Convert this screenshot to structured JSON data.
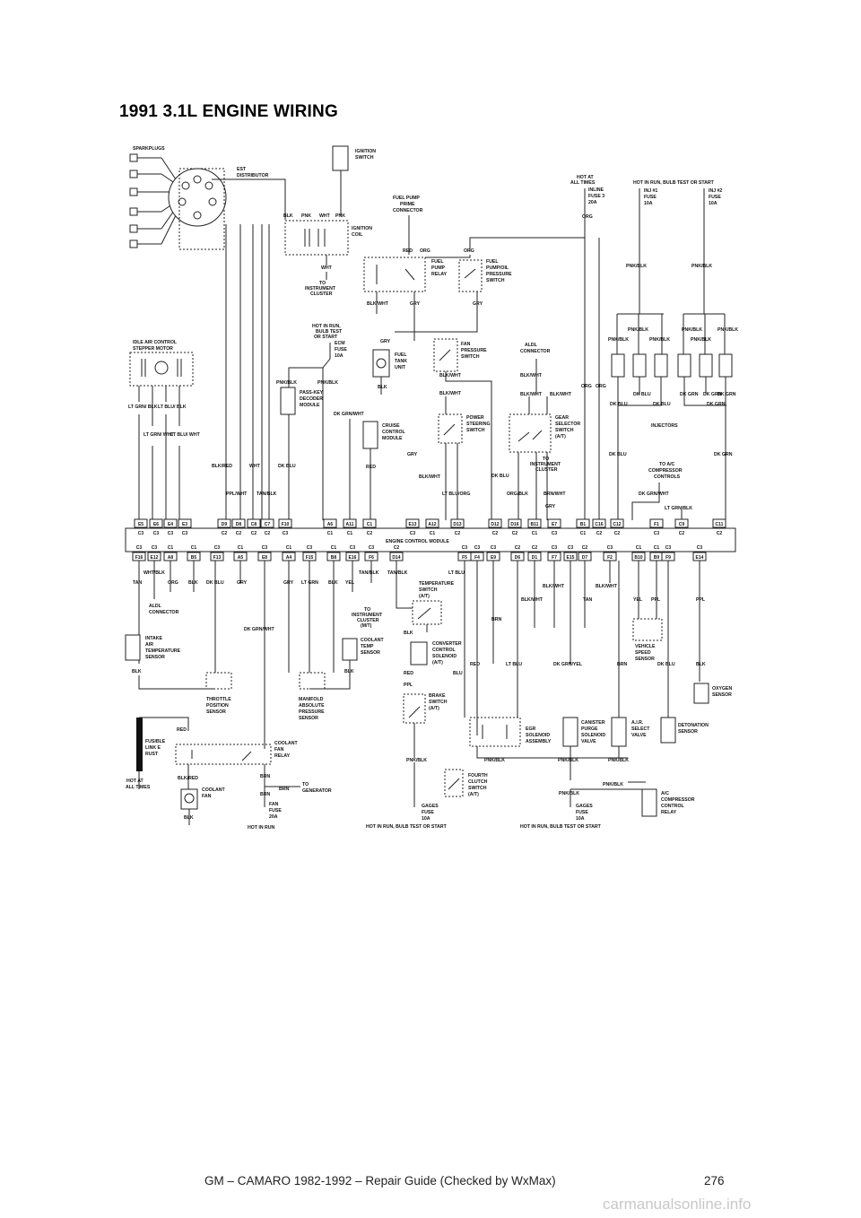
{
  "title": "1991 3.1L ENGINE WIRING",
  "footer": {
    "text": "GM – CAMARO 1982-1992 – Repair Guide (Checked by WxMax)",
    "page": "276"
  },
  "watermark": "carmanualsonline.info",
  "components": {
    "sparkplugs": "SPARKPLUGS",
    "est_dist_1": "EST",
    "est_dist_2": "DISTRIBUTOR",
    "ign_switch_1": "IGNITION",
    "ign_switch_2": "SWITCH",
    "ign_coil_1": "IGNITION",
    "ign_coil_2": "COIL",
    "fuel_pump_prime_1": "FUEL PUMP",
    "fuel_pump_prime_2": "PRIME",
    "fuel_pump_prime_3": "CONNECTOR",
    "fuel_pump_relay_1": "FUEL",
    "fuel_pump_relay_2": "PUMP",
    "fuel_pump_relay_3": "RELAY",
    "fuel_pump_oil_1": "FUEL",
    "fuel_pump_oil_2": "PUMP/OIL",
    "fuel_pump_oil_3": "PRESSURE",
    "fuel_pump_oil_4": "SWITCH",
    "to_inst_cluster_1": "TO",
    "to_inst_cluster_2": "INSTRUMENT",
    "to_inst_cluster_3": "CLUSTER",
    "hot_run_1": "HOT IN RUN,",
    "hot_run_2": "BULB TEST",
    "hot_run_3": "OR START",
    "ecm_fuse_1": "ECM",
    "ecm_fuse_2": "FUSE",
    "ecm_fuse_3": "10A",
    "hot_all_1": "HOT AT",
    "hot_all_2": "ALL TIMES",
    "inline_fuse_1": "INLINE",
    "inline_fuse_2": "FUSE 3",
    "inline_fuse_3": "20A",
    "hot_run_bulb": "HOT IN RUN, BULB TEST OR START",
    "inj1_1": "INJ #1",
    "inj1_2": "FUSE",
    "inj1_3": "10A",
    "inj2_1": "INJ #2",
    "inj2_2": "FUSE",
    "inj2_3": "10A",
    "iac_1": "IDLE AIR CONTROL",
    "iac_2": "STEPPER MOTOR",
    "fuel_tank_1": "FUEL",
    "fuel_tank_2": "TANK",
    "fuel_tank_3": "UNIT",
    "fan_press_1": "FAN",
    "fan_press_2": "PRESSURE",
    "fan_press_3": "SWITCH",
    "aldl_1": "ALDL",
    "aldl_2": "CONNECTOR",
    "passkey_1": "PASS-KEY",
    "passkey_2": "DECODER",
    "passkey_3": "MODULE",
    "cruise_1": "CRUISE",
    "cruise_2": "CONTROL",
    "cruise_3": "MODULE",
    "power_steer_1": "POWER",
    "power_steer_2": "STEERING",
    "power_steer_3": "SWITCH",
    "gear_sel_1": "GEAR",
    "gear_sel_2": "SELECTOR",
    "gear_sel_3": "SWITCH",
    "gear_sel_4": "(A/T)",
    "injectors": "INJECTORS",
    "to_ac_1": "TO A/C",
    "to_ac_2": "COMPRESSOR",
    "to_ac_3": "CONTROLS",
    "to_inst_2_1": "TO",
    "to_inst_2_2": "INSTRUMENT",
    "to_inst_2_3": "CLUSTER",
    "ecm": "ENGINE CONTROL MODULE",
    "temp_sw_1": "TEMPERATURE",
    "temp_sw_2": "SWITCH",
    "temp_sw_3": "(A/T)",
    "aldl2_1": "ALDL",
    "aldl2_2": "CONNECTOR",
    "to_inst_3_1": "TO",
    "to_inst_3_2": "INSTRUMENT",
    "to_inst_3_3": "CLUSTER",
    "to_inst_3_4": "(M/T)",
    "iat_1": "INTAKE",
    "iat_2": "AIR",
    "iat_3": "TEMPERATURE",
    "iat_4": "SENSOR",
    "ect_1": "COOLANT",
    "ect_2": "TEMP",
    "ect_3": "SENSOR",
    "tcc_1": "CONVERTER",
    "tcc_2": "CONTROL",
    "tcc_3": "SOLENOID",
    "tcc_4": "(A/T)",
    "vss_1": "VEHICLE",
    "vss_2": "SPEED",
    "vss_3": "SENSOR",
    "tps_1": "THROTTLE",
    "tps_2": "POSITION",
    "tps_3": "SENSOR",
    "map_1": "MANIFOLD",
    "map_2": "ABSOLUTE",
    "map_3": "PRESSURE",
    "map_4": "SENSOR",
    "brake_1": "BRAKE",
    "brake_2": "SWITCH",
    "brake_3": "(A/T)",
    "o2_1": "OXYGEN",
    "o2_2": "SENSOR",
    "egr_1": "EGR",
    "egr_2": "SOLENOID",
    "egr_3": "ASSEMBLY",
    "canister_1": "CANISTER",
    "canister_2": "PURGE",
    "canister_3": "SOLENOID",
    "canister_4": "VALVE",
    "air_1": "A.I.R.",
    "air_2": "SELECT",
    "air_3": "VALVE",
    "knock_1": "DETONATION",
    "knock_2": "SENSOR",
    "fusible_1": "FUSIBLE",
    "fusible_2": "LINK E",
    "fusible_3": "RUST",
    "cfan_relay_1": "COOLANT",
    "cfan_relay_2": "FAN",
    "cfan_relay_3": "RELAY",
    "hot_all_3_1": "HOT AT",
    "hot_all_3_2": "ALL TIMES",
    "cfan_1": "COOLANT",
    "cfan_2": "FAN",
    "to_gen_1": "TO",
    "to_gen_2": "GENERATOR",
    "fan_fuse_1": "FAN",
    "fan_fuse_2": "FUSE",
    "fan_fuse_3": "20A",
    "hot_in_run": "HOT IN RUN",
    "fourth_1": "FOURTH",
    "fourth_2": "CLUTCH",
    "fourth_3": "SWITCH",
    "fourth_4": "(A/T)",
    "gages1_1": "GAGES",
    "gages1_2": "FUSE",
    "gages1_3": "10A",
    "gages2_1": "GAGES",
    "gages2_2": "FUSE",
    "gages2_3": "10A",
    "hot_bulb_2": "HOT IN RUN, BULB TEST OR START",
    "hot_bulb_3": "HOT IN RUN, BULB TEST OR START",
    "ac_relay_1": "A/C",
    "ac_relay_2": "COMPRESSOR",
    "ac_relay_3": "CONTROL",
    "ac_relay_4": "RELAY"
  },
  "top_pins": [
    "E5",
    "E6",
    "E4",
    "E3",
    "D9",
    "D8",
    "C8",
    "C7",
    "F10",
    "A6",
    "A11",
    "C1",
    "E13",
    "A12",
    "D13",
    "D12",
    "D16",
    "B11",
    "E7",
    "B1",
    "C16",
    "C12",
    "F1",
    "C9",
    "C11"
  ],
  "top_conn": [
    "C3",
    "C3",
    "C3",
    "C3",
    "C2",
    "C2",
    "C2",
    "C2",
    "C3",
    "C1",
    "C1",
    "C2",
    "C3",
    "C1",
    "C2",
    "C2",
    "C2",
    "C1",
    "C3",
    "C1",
    "C2",
    "C2",
    "C3",
    "C2",
    "C2"
  ],
  "bottom_pins": [
    "F16",
    "E12",
    "A8",
    "B5",
    "F13",
    "A5",
    "E8",
    "A4",
    "F15",
    "B8",
    "E16",
    "F6",
    "D14",
    "F5",
    "F4",
    "E9",
    "D6",
    "D1",
    "F7",
    "E15",
    "D7",
    "F2",
    "B10",
    "B9",
    "F9",
    "E14"
  ],
  "bottom_conn": [
    "C3",
    "C3",
    "C1",
    "C1",
    "C3",
    "C1",
    "C3",
    "C1",
    "C3",
    "C1",
    "C3",
    "C3",
    "C2",
    "C3",
    "C3",
    "C3",
    "C2",
    "C2",
    "C3",
    "C3",
    "C2",
    "C3",
    "C1",
    "C1",
    "C3",
    "C3"
  ],
  "wires": {
    "blk": "BLK",
    "pnk": "PNK",
    "wht": "WHT",
    "red": "RED",
    "org": "ORG",
    "gry": "GRY",
    "blk_wht": "BLK/WHT",
    "pnk_blk": "PNK/BLK",
    "dk_blu": "DK BLU",
    "dk_grn": "DK GRN",
    "lt_grn_blk": "LT GRN/ BLK",
    "lt_blu_blk": "LT BLU/ BLK",
    "lt_grn_wht": "LT GRN/ WHT",
    "lt_blu_wht": "LT BLU/ WHT",
    "blk_red": "BLK/RED",
    "ppl_wht": "PPL/WHT",
    "tan_blk": "TAN/BLK",
    "dk_grn_wht": "DK GRN/WHT",
    "lt_blu_org": "LT BLU/ORG",
    "org_blk": "ORG/BLK",
    "brn_wht": "BRN/WHT",
    "lt_grn_blk2": "LT GRN/BLK",
    "wht_blk": "WHT/BLK",
    "tan": "TAN",
    "lt_grn": "LT GRN",
    "yel": "YEL",
    "lt_blu": "LT BLU",
    "ppl": "PPL",
    "brn": "BRN",
    "dk_grn_yel": "DK GRN/YEL"
  }
}
